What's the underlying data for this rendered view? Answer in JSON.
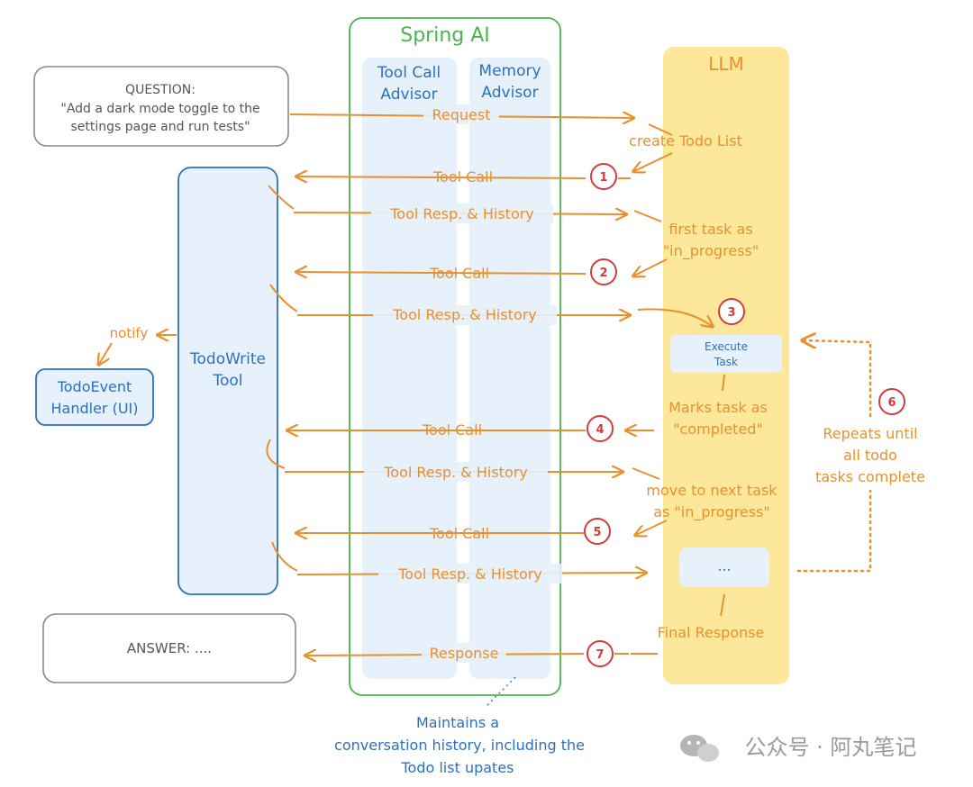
{
  "spring_ai": {
    "title": "Spring AI",
    "tool_call_advisor": [
      "Tool Call",
      "Advisor"
    ],
    "memory_advisor": [
      "Memory",
      "Advisor"
    ]
  },
  "llm": {
    "title": "LLM",
    "execute_task": [
      "Execute",
      "Task"
    ],
    "ellipsis": "..."
  },
  "question": {
    "label": "QUESTION:",
    "lines": [
      "\"Add a dark mode toggle to the",
      "settings page and run tests\""
    ]
  },
  "answer": {
    "label": "ANSWER: ...."
  },
  "todowrite_tool": [
    "TodoWrite",
    "Tool"
  ],
  "todo_event_handler": [
    "TodoEvent",
    "Handler (UI)"
  ],
  "notify": "notify",
  "labels": {
    "request": "Request",
    "tool_call": "Tool Call",
    "tool_resp": "Tool Resp. & History",
    "response": "Response"
  },
  "llm_notes": {
    "create_todo": "create Todo List",
    "first_task": [
      "first task as",
      "\"in_progress\""
    ],
    "marks_task": [
      "Marks task as",
      "\"completed\""
    ],
    "move_next": [
      "move to next task",
      "as \"in_progress\""
    ],
    "final_response": "Final Response"
  },
  "repeats": [
    "Repeats until",
    "all todo",
    "tasks complete"
  ],
  "maintains": [
    "Maintains a",
    "conversation history, including the",
    "Todo list upates"
  ],
  "steps": [
    "1",
    "2",
    "3",
    "4",
    "5",
    "6",
    "7"
  ],
  "watermark": "公众号 · 阿丸笔记",
  "colors": {
    "orange": "#e8902e",
    "blue": "#2e6fc0",
    "green": "#4cb34e",
    "red": "#d23c3c",
    "llm_yellow": "#fde79a",
    "light_blue": "#e6f1fb"
  }
}
